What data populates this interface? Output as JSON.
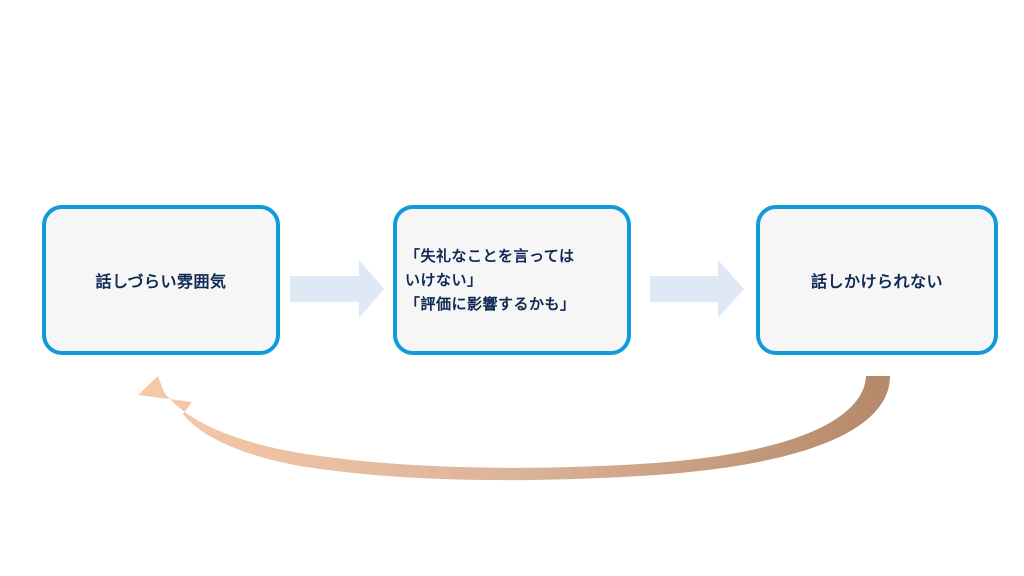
{
  "diagram": {
    "nodes": [
      {
        "id": "node-1",
        "text": "話しづらい雰囲気"
      },
      {
        "id": "node-2",
        "lines": [
          "「失礼なことを言っては",
          "いけない」",
          "「評価に影響するかも」"
        ]
      },
      {
        "id": "node-3",
        "text": "話しかけられない"
      }
    ],
    "edges": [
      {
        "from": "node-1",
        "to": "node-2",
        "style": "block-arrow"
      },
      {
        "from": "node-2",
        "to": "node-3",
        "style": "block-arrow"
      },
      {
        "from": "node-3",
        "to": "node-1",
        "style": "curved-feedback-arrow"
      }
    ],
    "colors": {
      "box_border": "#0f9ad8",
      "box_fill": "#f6f6f6",
      "text": "#0e2a52",
      "block_arrow": "#dfe9f5",
      "feedback_arrow_start": "#b58a6a",
      "feedback_arrow_end": "#f7c9a8"
    }
  }
}
